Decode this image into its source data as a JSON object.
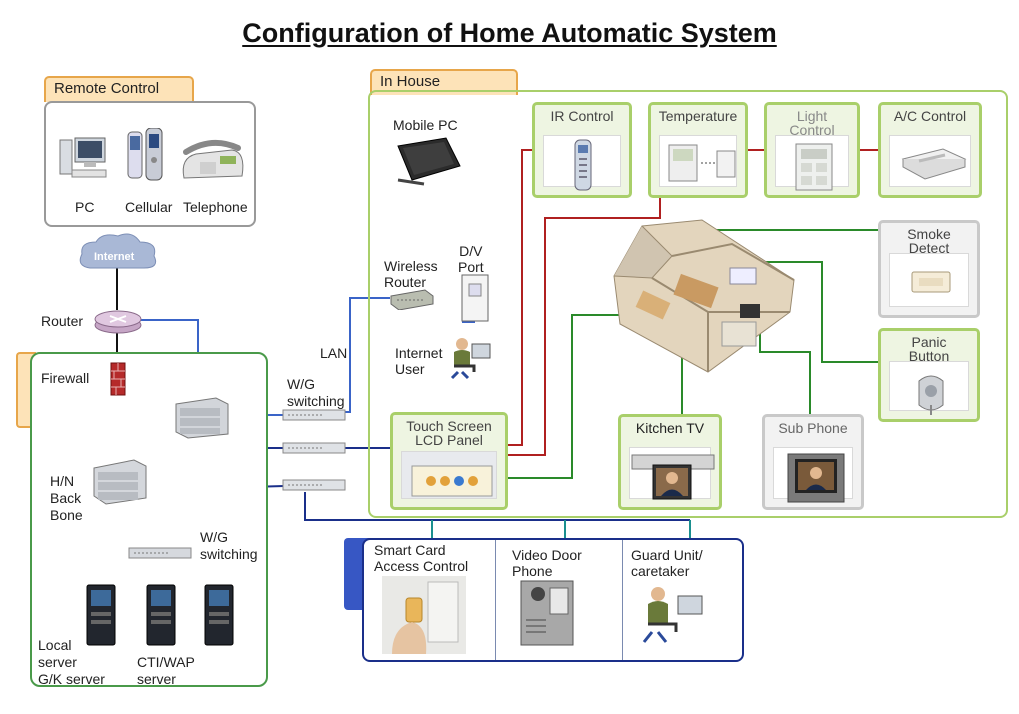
{
  "title": "Configuration of Home Automatic System",
  "remote": {
    "tab": "Remote Control",
    "pc": "PC",
    "cellular": "Cellular",
    "telephone": "Telephone"
  },
  "network": {
    "internet": "Internet",
    "router": "Router",
    "firewall": "Firewall",
    "backbone": "H/N\nBack\nBone",
    "wg_switching": "W/G\nswitching",
    "lan": "LAN",
    "local_server": "Local\nserver\nG/K server",
    "cti_wap": "CTI/WAP\nserver"
  },
  "in_house": {
    "tab": "In House",
    "mobile_pc": "Mobile PC",
    "wireless_router": "Wireless\nRouter",
    "dv_port": "D/V\nPort",
    "internet_user": "Internet\nUser",
    "touch_screen": "Touch Screen\nLCD Panel",
    "devices": {
      "ir_control": "IR Control",
      "temperature": "Temperature",
      "light_control": "Light\nControl",
      "ac_control": "A/C Control",
      "smoke_detect": "Smoke\nDetect",
      "panic_button": "Panic\nButton",
      "kitchen_tv": "Kitchen TV",
      "sub_phone": "Sub Phone"
    }
  },
  "services": {
    "smart_card": "Smart Card\nAccess Control",
    "video_door": "Video Door\nPhone",
    "guard_unit": "Guard Unit/\ncaretaker"
  }
}
